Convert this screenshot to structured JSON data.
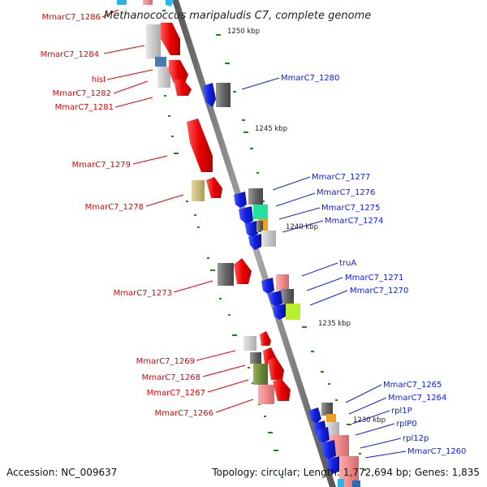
{
  "title": "Methanococcus maripaludis C7, complete genome",
  "footer": {
    "accession": "Accession: NC_009637",
    "summary": "Topology: circular; Length: 1,772,694 bp; Genes: 1,835"
  },
  "ticks": {
    "t1250": "1250 kbp",
    "t1245": "1245 kbp",
    "t1240": "1240 kbp",
    "t1235": "1235 kbp",
    "t1230": "1230 kbp"
  },
  "colors": {
    "red": "#e80000",
    "blue": "#1020e0",
    "backbone": "#8a8a8a",
    "tick": "#1a8a1a"
  },
  "labels_left": {
    "l1286": "MmarC7_1286",
    "l1284": "MmarC7_1284",
    "hisI": "hisI",
    "l1282": "MmarC7_1282",
    "l1281": "MmarC7_1281",
    "l1279": "MmarC7_1279",
    "l1278": "MmarC7_1278",
    "l1273": "MmarC7_1273",
    "l1269": "MmarC7_1269",
    "l1268": "MmarC7_1268",
    "l1267": "MmarC7_1267",
    "l1266": "MmarC7_1266"
  },
  "labels_right": {
    "l1280": "MmarC7_1280",
    "l1277": "MmarC7_1277",
    "l1276": "MmarC7_1276",
    "l1275": "MmarC7_1275",
    "l1274": "MmarC7_1274",
    "truA": "truA",
    "l1271": "MmarC7_1271",
    "l1270": "MmarC7_1270",
    "l1265": "MmarC7_1265",
    "l1264": "MmarC7_1264",
    "rpl1P": "rpl1P",
    "rplP0": "rplP0",
    "rpl12p": "rpl12p",
    "l1260": "MmarC7_1260"
  }
}
